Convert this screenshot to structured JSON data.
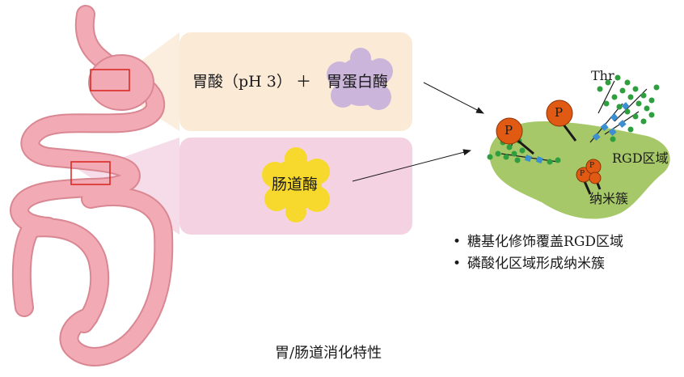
{
  "stomach_box": {
    "acid_text": "胃酸（pH 3）",
    "plus": "＋",
    "pepsin_label": "胃蛋白酶"
  },
  "intestine_box": {
    "enzyme_label": "肠道酶"
  },
  "protein": {
    "thr_label": "Thr",
    "phospho_label": "P",
    "rgd_label": "RGD区域",
    "nano_label": "纳米簇"
  },
  "bullets": [
    "糖基化修饰覆盖RGD区域",
    "磷酸化区域形成纳米簇"
  ],
  "caption": "胃/肠道消化特性",
  "colors": {
    "gut": "#f2aab4",
    "gut_outline": "#d98792",
    "stomach_box": "#fbead6",
    "intestine_box": "#f4d2e2",
    "pepsin": "#c9b3dc",
    "enzyme": "#f7d92d",
    "protein": "#a6c868",
    "phospho": "#e05a14",
    "glycan_green": "#2e9e3e",
    "glycan_blue": "#3c8fd0",
    "highlight": "#d8231c"
  }
}
